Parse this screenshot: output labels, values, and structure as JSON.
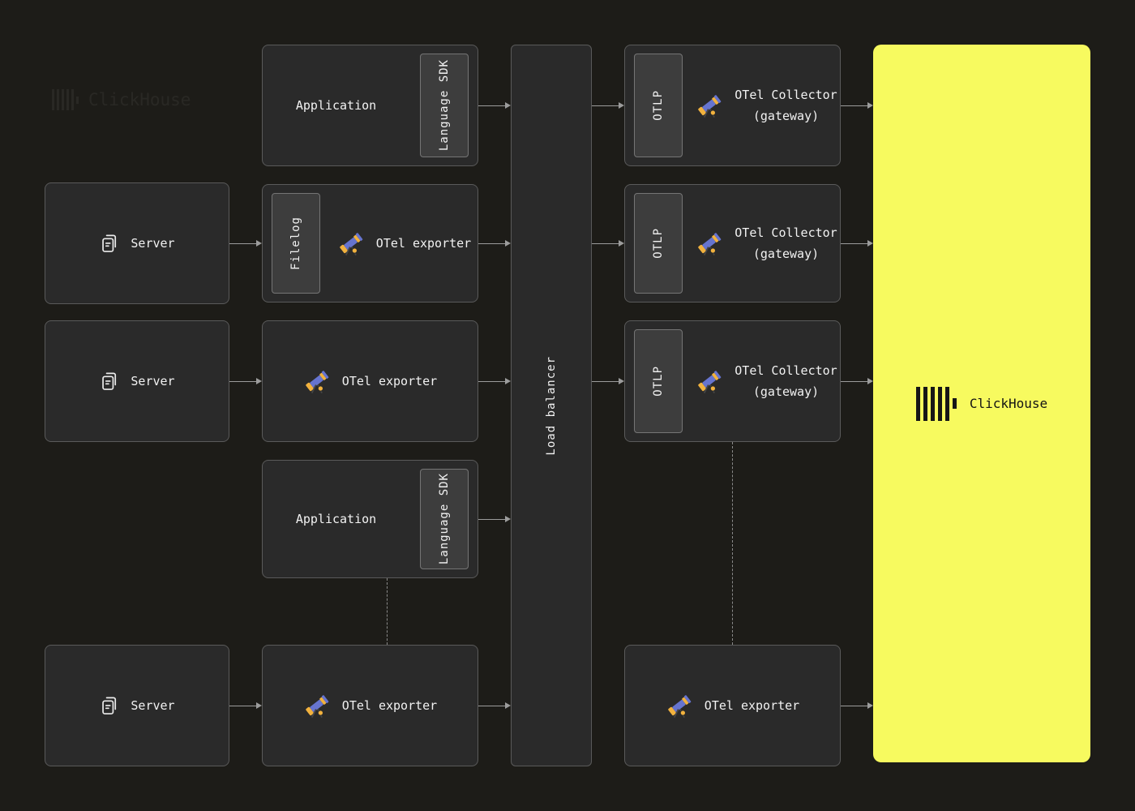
{
  "colors": {
    "background": "#1d1c18",
    "box_bg": "#2a2a2a",
    "box_border": "#5a5a5a",
    "badge_bg": "#3d3d3d",
    "badge_border": "#757575",
    "arrow": "#9c9c9c",
    "dashed": "#8a8a8a",
    "text": "#f2f2f2",
    "clickhouse_yellow": "#f7fa5f",
    "logo_dark": "#161616",
    "telescope_blue": "#6674cf",
    "telescope_gold": "#f2b23e"
  },
  "nodes": {
    "app_top": {
      "label": "Application",
      "badge": "Language SDK"
    },
    "server_1": {
      "label": "Server"
    },
    "server_2": {
      "label": "Server"
    },
    "server_3": {
      "label": "Server"
    },
    "exporter_filelog": {
      "label": "OTel exporter",
      "badge": "Filelog"
    },
    "exporter_mid": {
      "label": "OTel exporter"
    },
    "app_bottom": {
      "label": "Application",
      "badge": "Language SDK"
    },
    "exporter_bottom_left": {
      "label": "OTel exporter"
    },
    "load_balancer": {
      "label": "Load balancer"
    },
    "collector_1": {
      "line1": "OTel Collector",
      "line2": "(gateway)",
      "badge": "OTLP"
    },
    "collector_2": {
      "line1": "OTel Collector",
      "line2": "(gateway)",
      "badge": "OTLP"
    },
    "collector_3": {
      "line1": "OTel Collector",
      "line2": "(gateway)",
      "badge": "OTLP"
    },
    "exporter_gateway": {
      "label": "OTel exporter"
    },
    "clickhouse": {
      "label": "ClickHouse"
    },
    "watermark": {
      "label": "ClickHouse"
    }
  }
}
